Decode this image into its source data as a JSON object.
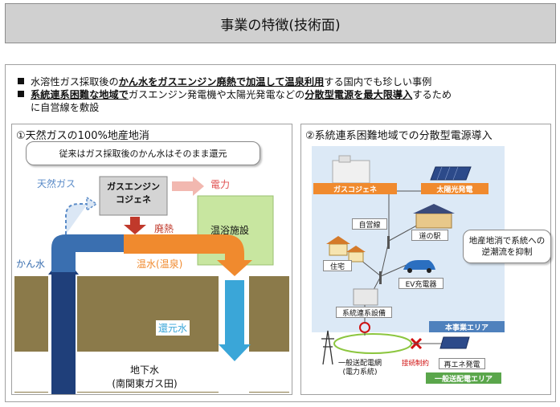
{
  "title": "事業の特徴(技術面)",
  "bullets": [
    {
      "pre": "水溶性ガス採取後の",
      "em": "かん水をガスエンジン廃熱で加温して温泉利用",
      "post": "する国内でも珍しい事例"
    },
    {
      "em1": "系統連系困難な地域で",
      "mid": "ガスエンジン発電機や太陽光発電などの",
      "em2": "分散型電源を最大限導入",
      "post": "するため",
      "line2": "に自営線を敷設"
    }
  ],
  "left_panel": {
    "title": "①天然ガスの100%地産地消",
    "callout": "従来はガス採取後のかん水はそのまま還元",
    "natural_gas": "天然ガス",
    "engine_line1": "ガスエンジン",
    "engine_line2": "コジェネ",
    "power": "電力",
    "waste_heat": "廃熱",
    "bath": "温浴施設",
    "brine": "かん水",
    "hot_water": "温水(温泉)",
    "return_water": "還元水",
    "groundwater_line1": "地下水",
    "groundwater_line2": "(南関東ガス田)"
  },
  "right_panel": {
    "title": "②系統連系困難地域での分散型電源導入",
    "gas_cogen": "ガスコジェネ",
    "solar": "太陽光発電",
    "private_line": "自営線",
    "roadside_station": "道の駅",
    "house": "住宅",
    "ev_charger": "EV充電器",
    "grid_facility": "系統連系設備",
    "project_area": "本事業エリア",
    "callout": "地産地消で系統への逆潮流を抑制",
    "grid_line1": "一般送配電網",
    "grid_line2": "(電力系統)",
    "connection_limit": "接続制約",
    "renewable": "再エネ発電",
    "grid_area": "一般送配電エリア"
  },
  "colors": {
    "title_bg": "#d0d0d0",
    "project_area_bg": "#dce9f6",
    "gas_cogen_tag": "#f08a2e",
    "solar_tag": "#f08a2e",
    "project_area_tag": "#4f81bd",
    "grid_area_tag": "#5aa64b",
    "grid_circle": "#8cc63f",
    "hot_water_orange": "#f08a2e",
    "brine_blue": "#3a6fb0",
    "ground_brown": "#8b7a4a",
    "return_cyan": "#3aa6d8"
  }
}
